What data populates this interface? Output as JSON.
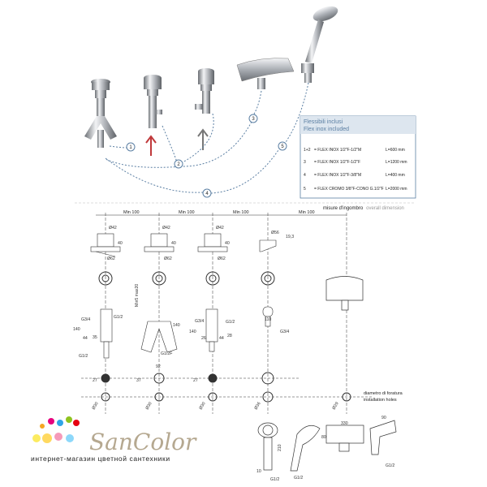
{
  "legend_box": {
    "title": "Flessibili inclusi",
    "subtitle": "Flex inox included",
    "rows": [
      {
        "code": "1+2",
        "desc": "= FLEX INOX 1/2\"F-1/2\"M",
        "len": "L=600 mm"
      },
      {
        "code": "3",
        "desc": "= FLEX INOX 1/2\"F-1/2\"F",
        "len": "L=1200 mm"
      },
      {
        "code": "4",
        "desc": "= FLEX INOX 1/2\"F-3/8\"M",
        "len": "L=400 mm"
      },
      {
        "code": "5",
        "desc": "= FLEX CROMO 3/8\"F-CONO G.1/2\"F",
        "len": "L=2000 mm"
      }
    ]
  },
  "callouts": [
    "1",
    "2",
    "3",
    "4",
    "5"
  ],
  "overall_dimension": {
    "it": "misure d'ingombro",
    "en": "overall dimension"
  },
  "installation_holes": {
    "it": "diametro di foratura",
    "en": "installation holes"
  },
  "spacing": [
    "Min 100",
    "Min 100",
    "Min 100",
    "Min 100"
  ],
  "dims": {
    "d42a": "Ø42",
    "d42b": "Ø42",
    "d42c": "Ø42",
    "d56": "Ø56",
    "d62a": "Ø62",
    "d62b": "Ø62",
    "d62c": "Ø62",
    "h40a": "40",
    "h40b": "40",
    "h40c": "40",
    "h19": "19,3",
    "min5": "Min5 max20",
    "g34a": "G3/4",
    "g34b": "G3/4",
    "g34c": "G3/4",
    "g12a": "G1/2",
    "g12b": "G1/2F",
    "g12c": "G1/2",
    "g12d": "G1/2",
    "n140a": "140",
    "n140b": "140",
    "n140c": "140",
    "n110": "110",
    "n35": "35",
    "n44a": "44",
    "n44b": "44",
    "n28": "28",
    "n26": "26",
    "n27a": "27",
    "n27b": "27",
    "n37": "37",
    "n92": "92",
    "d30a": "Ø30",
    "d30b": "Ø30",
    "d30c": "Ø30",
    "d36": "Ø36",
    "d29": "Ø29",
    "n330": "330",
    "n90": "90",
    "n210": "210",
    "n10": "10",
    "n80": "80",
    "g12e": "G1/2",
    "g12f": "G1/2",
    "g12g": "G1/2"
  },
  "brand": {
    "name": "SanColor",
    "tagline": "интернет-магазин цветной сантехники"
  },
  "colors": {
    "accent_blue": "#5b7fa3",
    "arrow_red": "#c0393b",
    "line": "#333333"
  }
}
